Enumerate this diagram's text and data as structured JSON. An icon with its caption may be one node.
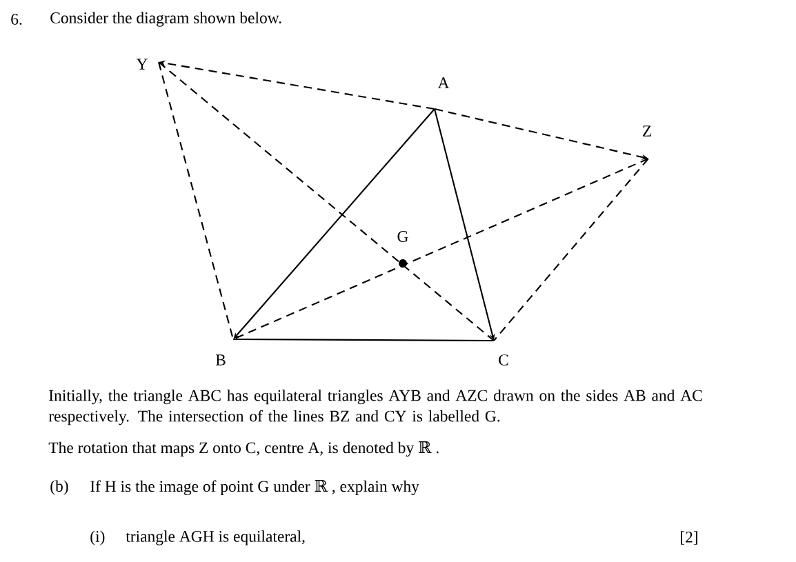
{
  "diagram": {
    "nodes": [
      {
        "text": [],
        "shape": "point",
        "beside": [
          "Y"
        ]
      },
      {
        "text": [],
        "shape": "point",
        "beside": [
          "A"
        ]
      },
      {
        "text": [],
        "shape": "point",
        "beside": [
          "Z"
        ]
      },
      {
        "text": [],
        "shape": "circle",
        "beside": [
          "G"
        ]
      },
      {
        "text": [],
        "shape": "point",
        "beside": [
          "B"
        ]
      },
      {
        "text": [],
        "shape": "point",
        "beside": [
          "C"
        ]
      }
    ],
    "edges": [
      {
        "from": 1,
        "to": 0,
        "arrow": "to",
        "style": "dashed"
      },
      {
        "from": 1,
        "to": 2,
        "arrow": "to",
        "style": "dashed"
      },
      {
        "from": 0,
        "to": 4,
        "arrow": "none",
        "style": "dashed"
      },
      {
        "from": 0,
        "to": 5,
        "arrow": "none",
        "style": "dashed"
      },
      {
        "from": 2,
        "to": 4,
        "arrow": "none",
        "style": "dashed"
      },
      {
        "from": 2,
        "to": 5,
        "arrow": "none",
        "style": "dashed"
      },
      {
        "from": 1,
        "to": 4,
        "arrow": "to"
      },
      {
        "from": 1,
        "to": 5,
        "arrow": "to"
      },
      {
        "from": 4,
        "to": 5,
        "arrow": "none"
      }
    ],
    "labels": [
      "6.",
      "Consider the diagram shown below.",
      "Initially, the triangle ABC has equilateral triangles AYB and AZC drawn on the sides AB and AC respectively. The intersection of the lines BZ and CY is labelled G.",
      "The rotation that maps Z onto C, centre A, is denoted by ℝ .",
      "(b)",
      "If H is the image of point G under ℝ , explain why",
      "(i)",
      "triangle AGH is equilateral,",
      "[2]"
    ]
  }
}
